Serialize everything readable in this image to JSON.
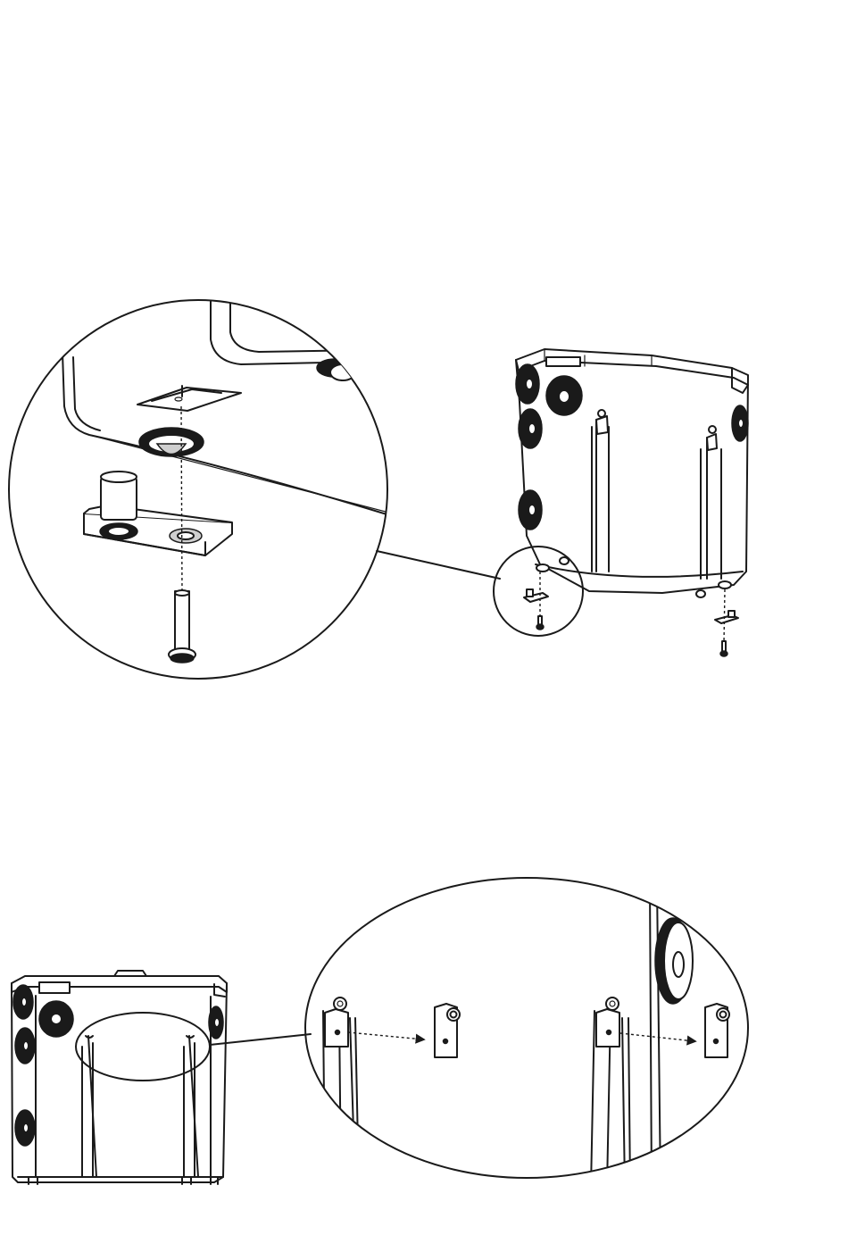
{
  "diagram": {
    "steps": [
      {
        "id": "step-1",
        "description_visible": ""
      },
      {
        "id": "step-2",
        "description_visible": ""
      }
    ],
    "colors": {
      "line": "#1a1a1a",
      "background": "#ffffff",
      "rubber": "#1a1a1a",
      "shade": "#cfcfcf"
    },
    "icons": [
      "cabinet-drawing",
      "detail-magnifier",
      "foot-bracket",
      "screw",
      "wall-bracket-plate",
      "dashed-arrow"
    ]
  }
}
